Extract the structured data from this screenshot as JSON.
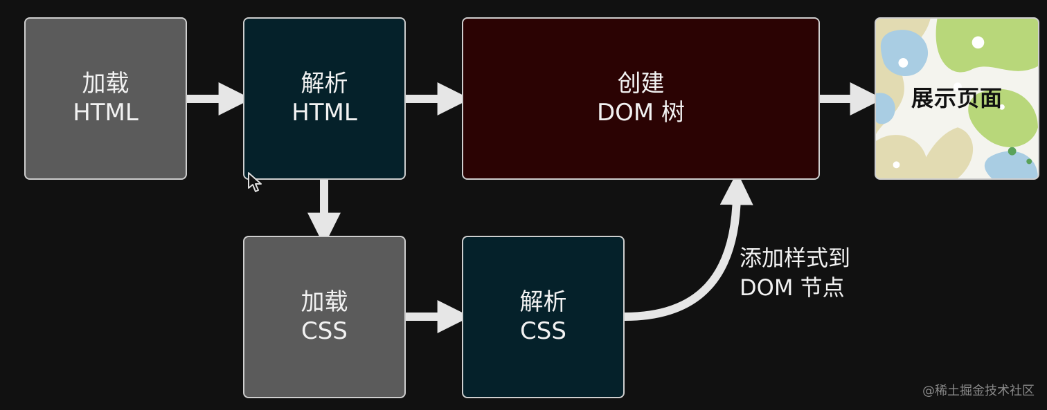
{
  "nodes": {
    "load_html": {
      "line1": "加载",
      "line2": "HTML"
    },
    "parse_html": {
      "line1": "解析",
      "line2": "HTML"
    },
    "create_dom": {
      "line1": "创建",
      "line2": "DOM 树"
    },
    "show_page": {
      "label": "展示页面"
    },
    "load_css": {
      "line1": "加载",
      "line2": "CSS"
    },
    "parse_css": {
      "line1": "解析",
      "line2": "CSS"
    }
  },
  "annotation": {
    "line1": "添加样式到",
    "line2": "DOM 节点"
  },
  "watermark": "@稀土掘金技术社区",
  "colors": {
    "background": "#111111",
    "gray_box": "#5b5b5b",
    "teal_box": "#05212a",
    "maroon_box": "#2b0303",
    "arrow": "#e6e6e6"
  }
}
